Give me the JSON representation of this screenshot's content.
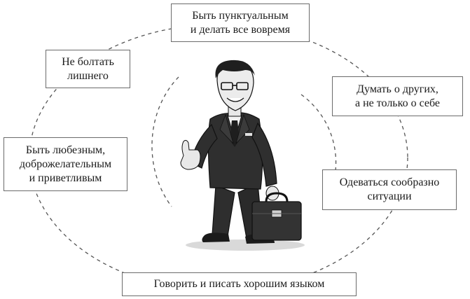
{
  "boxes": {
    "punctual": [
      "Быть пунктуальным",
      "и делать все вовремя"
    ],
    "no_chatter": [
      "Не болтать",
      "лишнего"
    ],
    "others": [
      "Думать о других,",
      "а не только о себе"
    ],
    "kind": [
      "Быть любезным,",
      "доброжелательным",
      "и приветливым"
    ],
    "dress": [
      "Одеваться сообразно",
      "ситуации"
    ],
    "speak": [
      "Говорить и писать хорошим языком"
    ]
  },
  "illustration": {
    "subject": "businessman-with-briefcase-thumbs-up"
  },
  "colors": {
    "border": "#6b6b6b",
    "dash": "#555555",
    "suit": "#2b2b2b"
  }
}
